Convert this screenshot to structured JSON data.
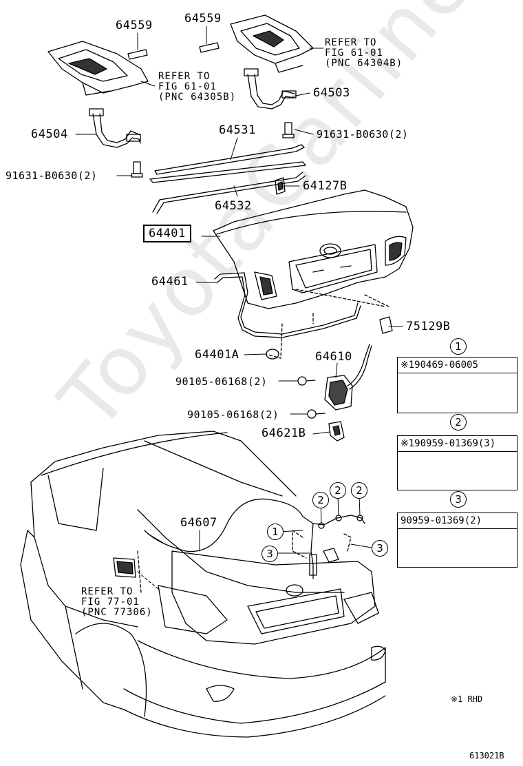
{
  "watermark": "ToyotaCarline.ru",
  "labels": {
    "p64559_a": "64559",
    "p64559_b": "64559",
    "refer_fig61_b": "REFER TO\nFIG 61-01\n(PNC 64304B)",
    "refer_fig61_a": "REFER TO\nFIG 61-01\n(PNC 64305B)",
    "p64503": "64503",
    "p64504": "64504",
    "p64531": "64531",
    "bolt_right": "91631-B0630(2)",
    "bolt_left": "91631-B0630(2)",
    "p64127b": "64127B",
    "p64532": "64532",
    "p64401": "64401",
    "p64461": "64461",
    "p75129b": "75129B",
    "p64401a": "64401A",
    "p64610": "64610",
    "screw_upper": "90105-06168(2)",
    "screw_lower": "90105-06168(2)",
    "p64621b": "64621B",
    "p64607": "64607",
    "refer_fig77": "REFER TO\nFIG 77-01\n(PNC 77306)"
  },
  "callouts": {
    "c1": "1",
    "c2a": "2",
    "c2b": "2",
    "c2c": "2",
    "c3a": "3",
    "c3b": "3"
  },
  "legend": [
    {
      "num": "1",
      "part": "※190469-06005"
    },
    {
      "num": "2",
      "part": "※190959-01369(3)"
    },
    {
      "num": "3",
      "part": "90959-01369(2)"
    }
  ],
  "footnote": "※1 RHD",
  "figure_code": "613021B"
}
